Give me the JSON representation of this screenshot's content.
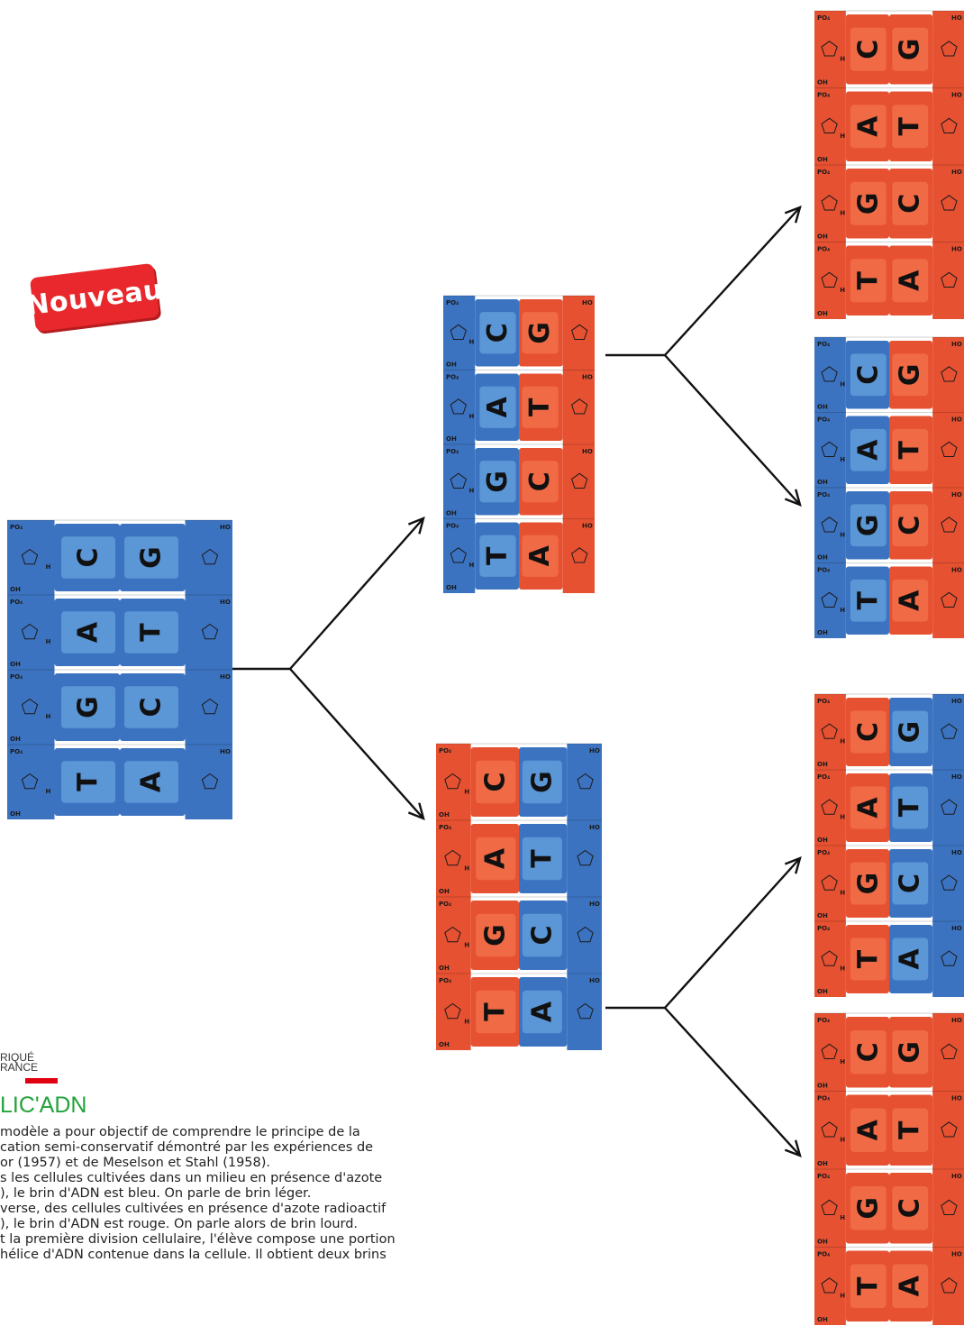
{
  "badge": {
    "label": "Nouveau"
  },
  "brand": {
    "line1": "RIQUÉ",
    "line2": "RANCE"
  },
  "product": {
    "name": "LIC'ADN"
  },
  "description": [
    "modèle a pour objectif de comprendre le principe de la",
    "cation semi-conservatif démontré par les expériences de",
    "or (1957) et de Meselson et Stahl (1958).",
    "s les cellules cultivées dans un milieu en présence d'azote",
    "), le brin d'ADN est bleu. On parle de brin léger.",
    "verse, des cellules cultivées en présence d'azote radioactif",
    "), le brin d'ADN est rouge. On parle alors de brin lourd.",
    "t la première division cellulaire, l'élève compose une portion",
    "hélice d'ADN contenue dans la cellule. Il obtient deux brins"
  ],
  "strand_labels": {
    "phosphate": "PO₄",
    "hydroxyl": "OH",
    "ho": "HO",
    "hydrogen": "H"
  },
  "colors": {
    "light_strand": "#3c73c0",
    "light_base": "#5b96d6",
    "heavy_strand": "#e65131",
    "heavy_base": "#f06a45",
    "letter": "#111111",
    "badge": "#e8282c",
    "product_green": "#23a23a"
  },
  "stages": [
    {
      "id": "parent",
      "left": "CAGT",
      "right": "GTCA"
    },
    {
      "id": "gen1-top",
      "left": "CAGT",
      "right": "GTCA"
    },
    {
      "id": "gen1-bottom",
      "left": "CAGT",
      "right": "GTCA"
    },
    {
      "id": "gen2-a",
      "left": "CAGT",
      "right": "GTCA"
    },
    {
      "id": "gen2-b",
      "left": "CAGT",
      "right": "GTCA"
    },
    {
      "id": "gen2-c",
      "left": "CAGT",
      "right": "GTCA"
    },
    {
      "id": "gen2-d",
      "left": "CAGT",
      "right": "GTCA"
    }
  ]
}
